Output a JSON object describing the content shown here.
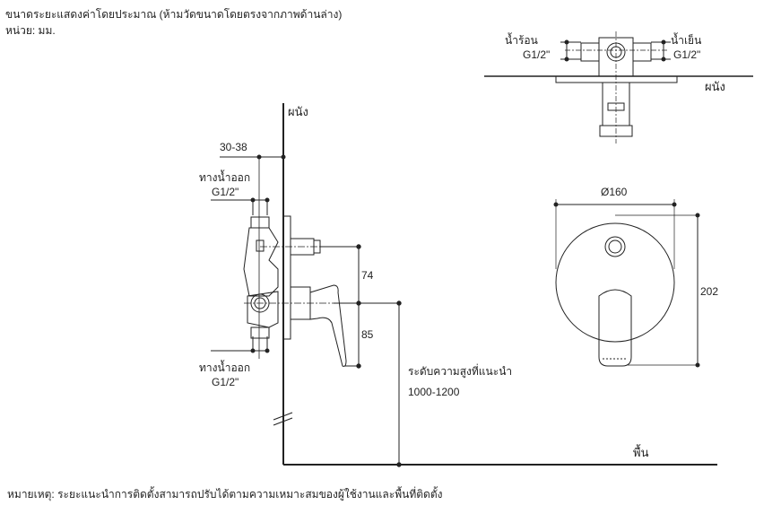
{
  "header": {
    "note": "ขนาดระยะแสดงค่าโดยประมาณ (ห้ามวัดขนาดโดยตรงจากภาพด้านล่าง)",
    "unit": "หน่วย: มม."
  },
  "top_view": {
    "hot_label": "น้ำร้อน",
    "hot_size": "G1/2\"",
    "cold_label": "น้ำเย็น",
    "cold_size": "G1/2\"",
    "wall_label": "ผนัง"
  },
  "side_view": {
    "wall_label": "ผนัง",
    "depth_dim": "30-38",
    "outlet_top_label": "ทางน้ำออก",
    "outlet_top_size": "G1/2\"",
    "outlet_bottom_label": "ทางน้ำออก",
    "outlet_bottom_size": "G1/2\"",
    "dim_upper": "74",
    "dim_lower": "85",
    "height_label": "ระดับความสูงที่แนะนำ",
    "height_value": "1000-1200",
    "floor_label": "พื้น"
  },
  "front_view": {
    "diameter": "Ø160",
    "height": "202"
  },
  "footer": {
    "remark": "หมายเหตุ: ระยะแนะนำการติดตั้งสามารถปรับได้ตามความเหมาะสมของผู้ใช้งานและพื้นที่ติดตั้ง"
  }
}
